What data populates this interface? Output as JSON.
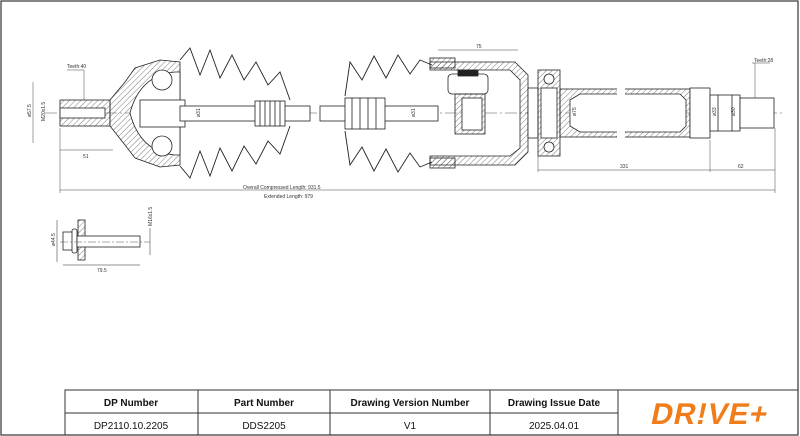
{
  "drawing": {
    "teeth_left": "Teeth:40",
    "teeth_right": "Teeth:28",
    "dia_stub_left": "ø57.5",
    "thread_left": "M20x1.5",
    "dia_shaft_left": "ø31",
    "dia_shaft_right": "ø31",
    "dia_tube": "ø75",
    "dia_seal": "ø33",
    "dia_spline": "ø30",
    "dim_51": "51",
    "dim_75": "75",
    "dim_331": "331",
    "dim_62": "62",
    "overall_compressed": "Overall  Compressed  Length: 931.5",
    "extended": "Extended  Length: 979",
    "bolt_dia": "ø44.5",
    "bolt_thread": "M16x1.5",
    "bolt_length": "79.5"
  },
  "title_block": {
    "headers": [
      "DP Number",
      "Part Number",
      "Drawing Version Number",
      "Drawing Issue Date"
    ],
    "values": [
      "DP2110.10.2205",
      "DDS2205",
      "V1",
      "2025.04.01"
    ],
    "logo_text": "DR!VE+",
    "logo_color": "#f07d1a",
    "logo_accent": "#555555"
  }
}
